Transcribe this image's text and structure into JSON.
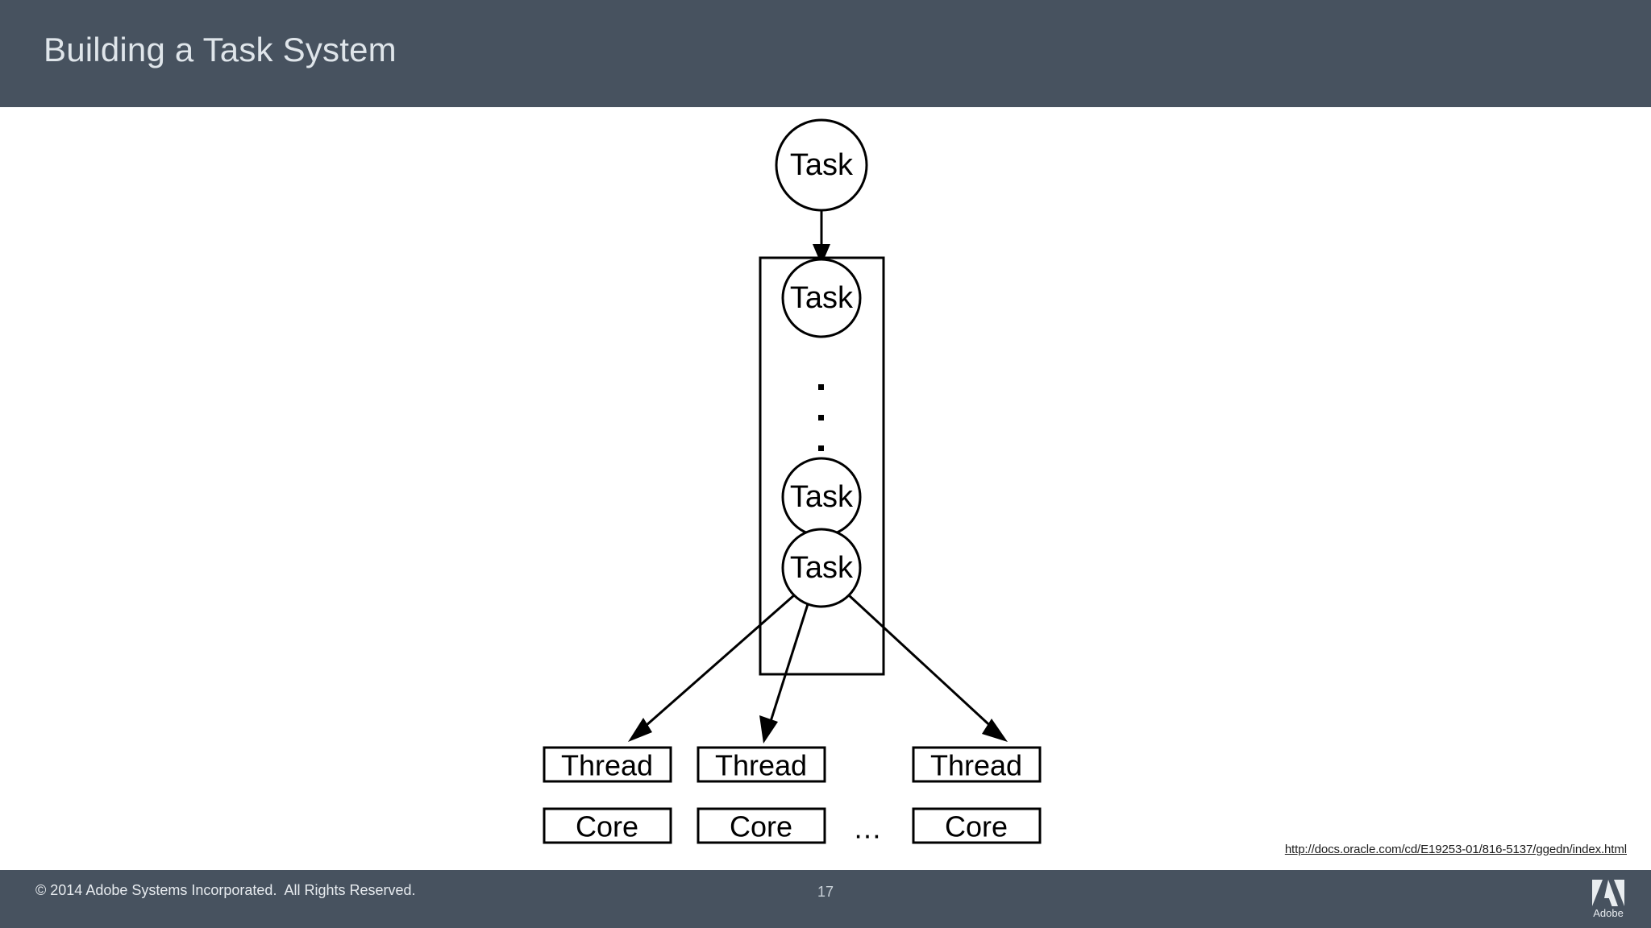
{
  "header": {
    "title": "Building a Task System",
    "bar_color": "#47525f",
    "title_color": "#dfe5ea"
  },
  "diagram": {
    "incoming_task": {
      "label": "Task"
    },
    "queue_box": {
      "name": "task-queue",
      "tasks_top": [
        {
          "label": "Task"
        }
      ],
      "vertical_ellipsis_dots": 3,
      "tasks_bottom": [
        {
          "label": "Task"
        },
        {
          "label": "Task"
        }
      ]
    },
    "threads": [
      {
        "label": "Thread"
      },
      {
        "label": "Thread"
      },
      {
        "label": "Thread"
      }
    ],
    "cores": [
      {
        "label": "Core"
      },
      {
        "label": "Core"
      },
      {
        "label": "Core"
      }
    ],
    "cores_ellipsis": "…",
    "stroke_color": "#000000",
    "fill_color": "#ffffff"
  },
  "source": {
    "url_text": "http://docs.oracle.com/cd/E19253-01/816-5137/ggedn/index.html"
  },
  "footer": {
    "copyright": "© 2014 Adobe Systems Incorporated.  All Rights Reserved.",
    "page_number": "17",
    "logo_wordmark": "Adobe",
    "bar_color": "#47525f"
  }
}
